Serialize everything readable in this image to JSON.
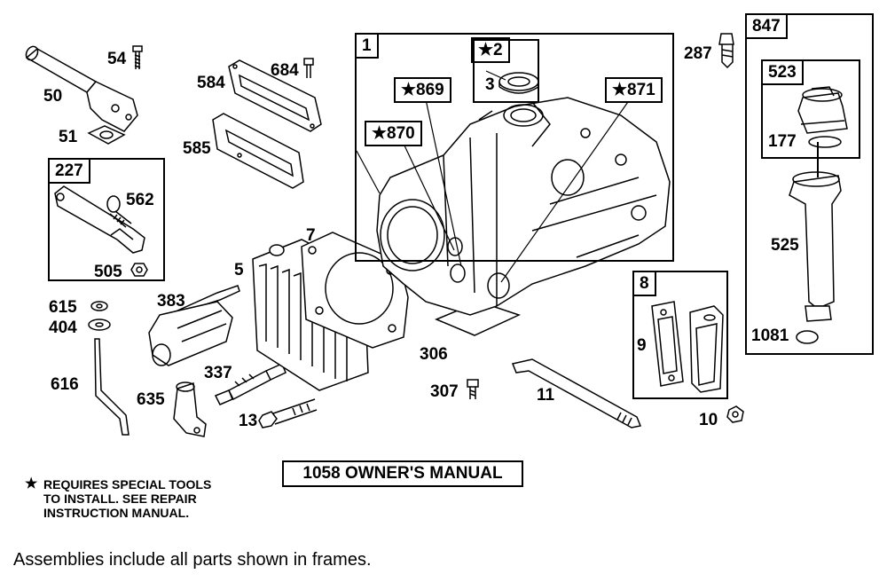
{
  "frames": {
    "f1": "1",
    "f2": "★2",
    "f869": "★869",
    "f870": "★870",
    "f871": "★871",
    "f227": "227",
    "f8": "8",
    "f847": "847",
    "f523": "523"
  },
  "parts": {
    "p54": "54",
    "p50": "50",
    "p51": "51",
    "p584": "584",
    "p684": "684",
    "p585": "585",
    "p562": "562",
    "p505": "505",
    "p7": "7",
    "p5": "5",
    "p615": "615",
    "p404": "404",
    "p383": "383",
    "p616": "616",
    "p635": "635",
    "p337": "337",
    "p13": "13",
    "p3": "3",
    "p306": "306",
    "p307": "307",
    "p11": "11",
    "p9": "9",
    "p10": "10",
    "p287": "287",
    "p177": "177",
    "p525": "525",
    "p1081": "1081"
  },
  "note_star": "★",
  "note_lines": [
    "REQUIRES SPECIAL TOOLS",
    "TO INSTALL.  SEE REPAIR",
    "INSTRUCTION MANUAL."
  ],
  "manual_label": "1058 OWNER'S MANUAL",
  "footer": "Assemblies include all parts shown in frames."
}
